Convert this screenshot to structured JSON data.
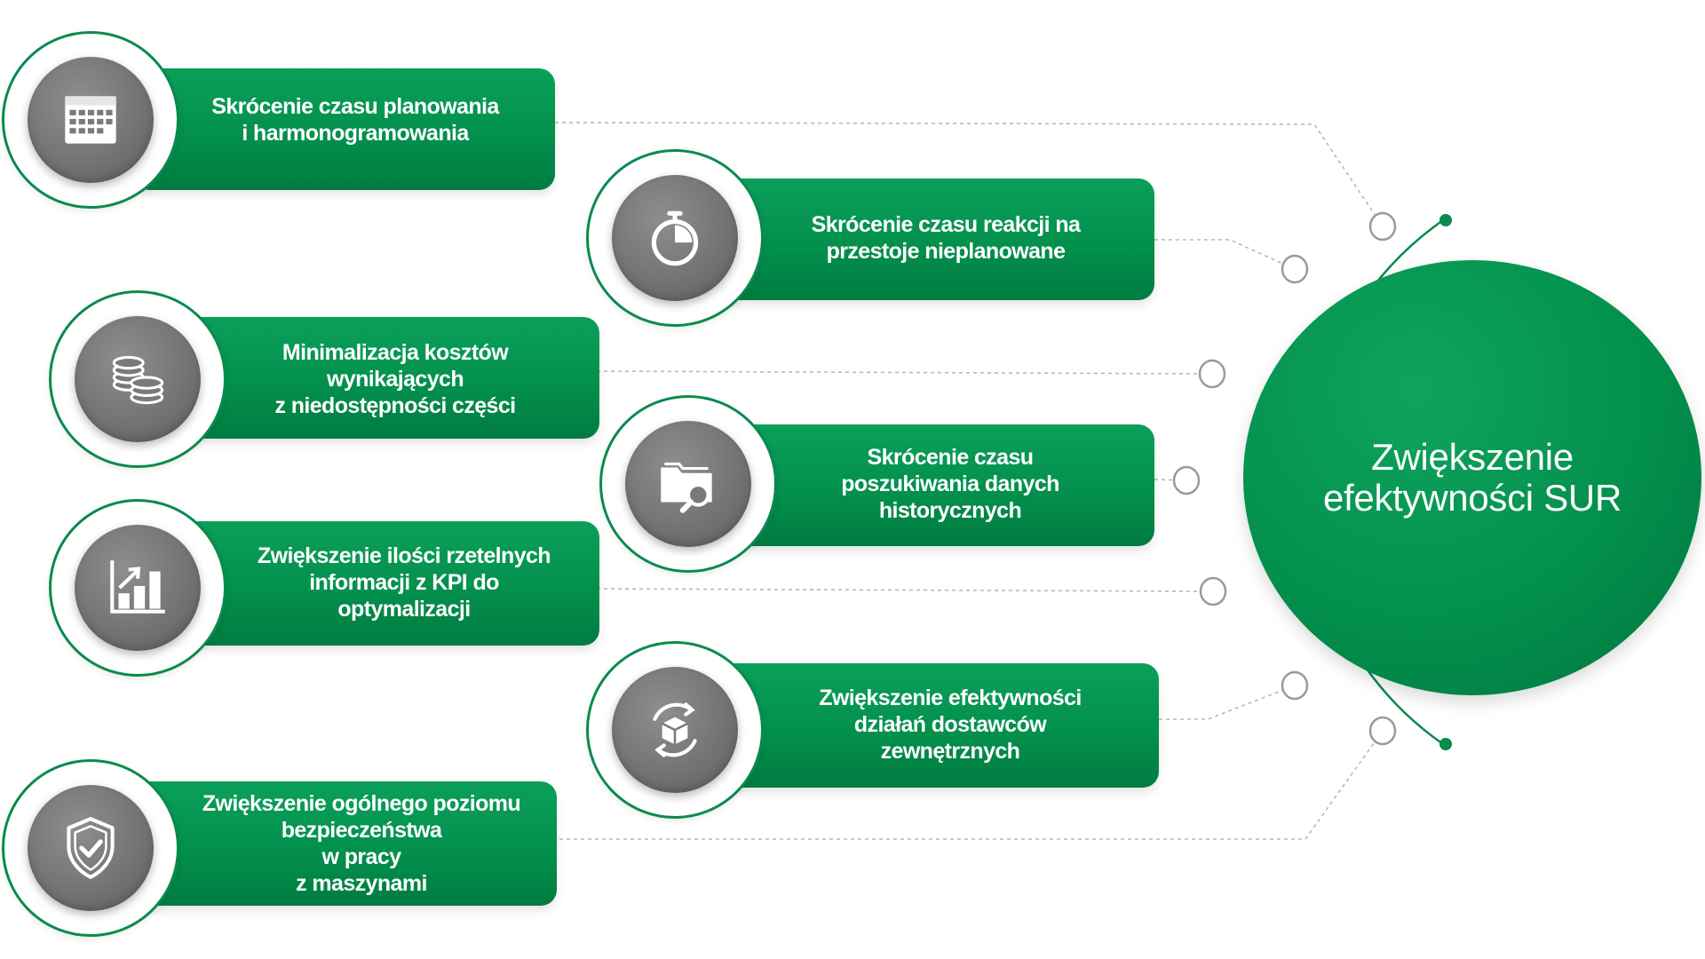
{
  "hub": {
    "title": "Zwiększenie\nefektywności SUR"
  },
  "colors": {
    "green": "#03904d",
    "dark_green": "#00753d",
    "icon_gray": "#747474",
    "connector": "#b8b8b8"
  },
  "benefits": [
    {
      "label": "Skrócenie czasu planowania\ni harmonogramowania",
      "icon": "calendar-icon"
    },
    {
      "label": "Skrócenie czasu reakcji na\nprzestoje nieplanowane",
      "icon": "stopwatch-icon"
    },
    {
      "label": "Minimalizacja kosztów\nwynikających\nz niedostępności części",
      "icon": "coins-icon"
    },
    {
      "label": "Skrócenie czasu\nposzukiwania danych\nhistorycznych",
      "icon": "folder-search-icon"
    },
    {
      "label": "Zwiększenie ilości rzetelnych\ninformacji z KPI do\noptymalizacji",
      "icon": "bar-chart-growth-icon"
    },
    {
      "label": "Zwiększenie efektywności\ndziałań dostawców\nzewnętrznych",
      "icon": "box-cycle-icon"
    },
    {
      "label": "Zwiększenie ogólnego poziomu\nbezpieczeństwa\nw pracy\nz maszynami",
      "icon": "shield-check-icon"
    }
  ]
}
